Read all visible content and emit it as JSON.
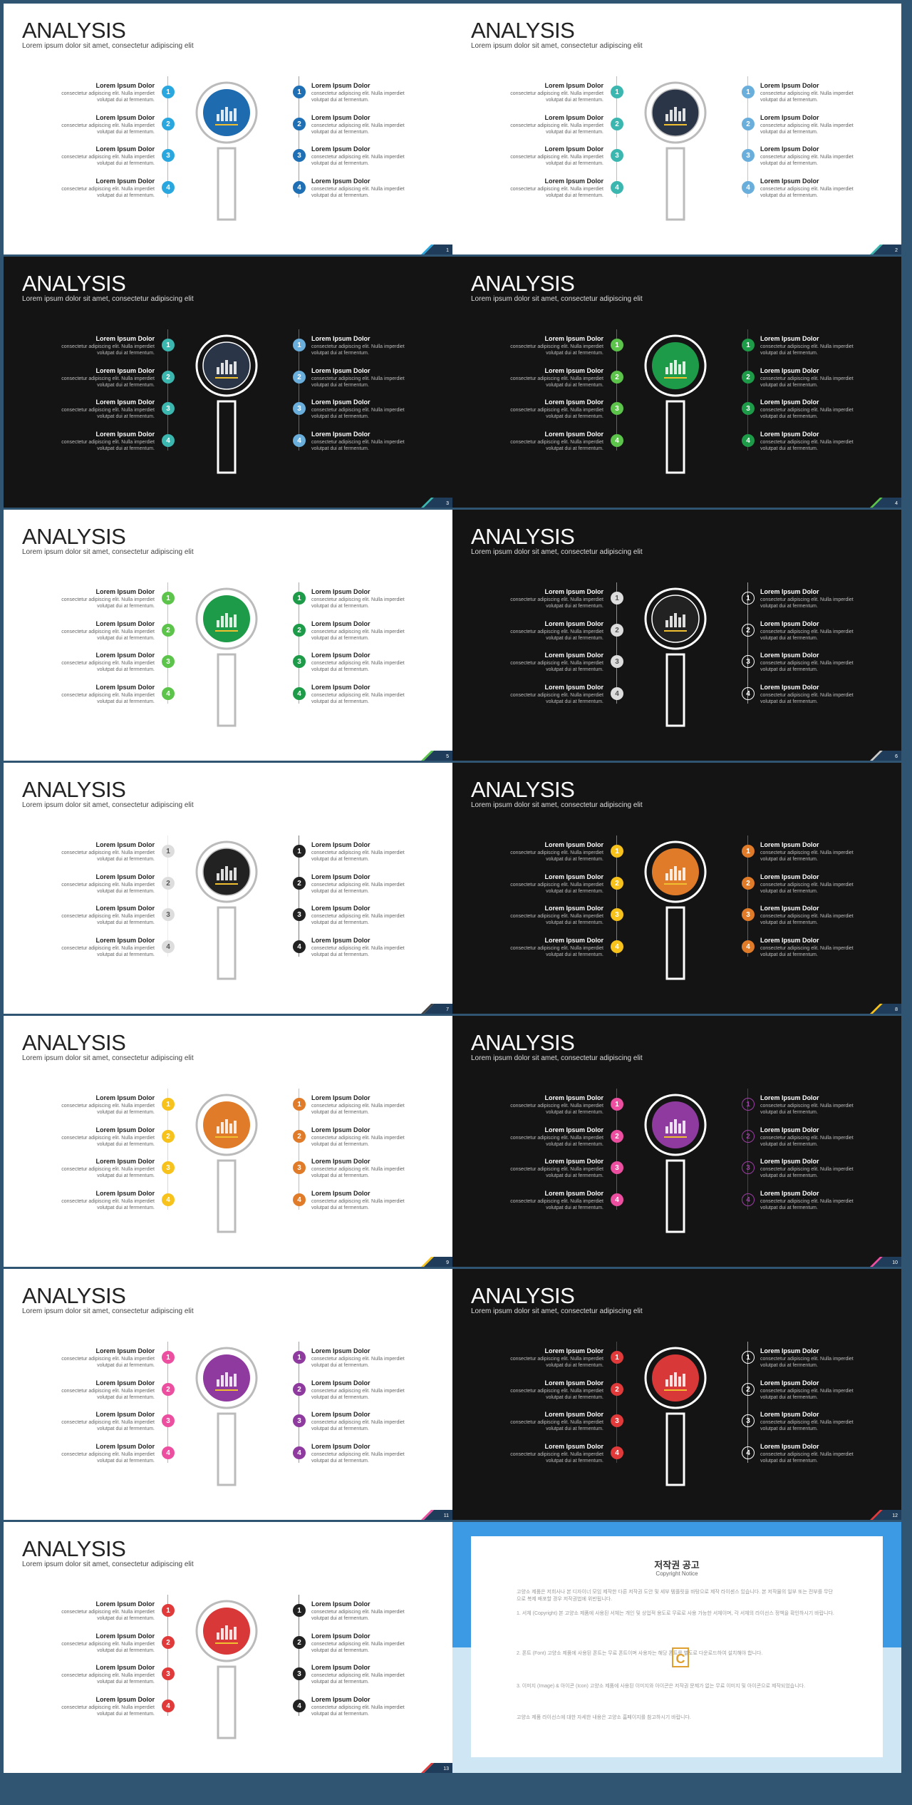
{
  "slide_text": {
    "title": "ANALYSIS",
    "subtitle": "Lorem ipsum dolor sit amet, consectetur adipiscing elit",
    "item_title": "Lorem Ipsum Dolor",
    "item_desc_1": "consectetur adipiscing elit. Nulla imperdiet",
    "item_desc_2": "volutpat dui at fermentum."
  },
  "numbers": [
    "1",
    "2",
    "3",
    "4"
  ],
  "slides": [
    {
      "page": "1",
      "theme": "light",
      "left": "#2aa7de",
      "right": "#1f6fb5",
      "lens": "#1e6bb0",
      "corner": "#2aa7de",
      "leftFill": true,
      "rightFill": true
    },
    {
      "page": "2",
      "theme": "light",
      "left": "#3bb7b0",
      "right": "#6aaedc",
      "lens": "#2b3548",
      "corner": "#3bb7b0",
      "leftFill": true,
      "rightFill": true
    },
    {
      "page": "3",
      "theme": "dark",
      "left": "#3bb7b0",
      "right": "#6aaedc",
      "lens": "#2b3548",
      "corner": "#3bb7b0",
      "leftFill": true,
      "rightFill": true
    },
    {
      "page": "4",
      "theme": "dark",
      "left": "#5cc44a",
      "right": "#1e9b48",
      "lens": "#1e9b48",
      "corner": "#5cc44a",
      "leftFill": true,
      "rightFill": true
    },
    {
      "page": "5",
      "theme": "light",
      "left": "#5cc44a",
      "right": "#1e9b48",
      "lens": "#1e9b48",
      "corner": "#5cc44a",
      "leftFill": true,
      "rightFill": true
    },
    {
      "page": "6",
      "theme": "dark",
      "left": "#dddddd",
      "right": "#ffffff",
      "lens": "#222222",
      "corner": "#cccccc",
      "leftFill": true,
      "rightFill": false
    },
    {
      "page": "7",
      "theme": "light",
      "left": "#dddddd",
      "right": "#222222",
      "lens": "#222222",
      "corner": "#444444",
      "leftFill": true,
      "rightFill": true
    },
    {
      "page": "8",
      "theme": "dark",
      "left": "#f6c21b",
      "right": "#e07b29",
      "lens": "#e07b29",
      "corner": "#f6c21b",
      "leftFill": true,
      "rightFill": true
    },
    {
      "page": "9",
      "theme": "light",
      "left": "#f6c21b",
      "right": "#e07b29",
      "lens": "#e07b29",
      "corner": "#f6c21b",
      "leftFill": true,
      "rightFill": true
    },
    {
      "page": "10",
      "theme": "dark",
      "left": "#ec4fa0",
      "right": "#9b3ea3",
      "lens": "#8e3a9e",
      "corner": "#ec4fa0",
      "leftFill": true,
      "rightFill": false
    },
    {
      "page": "11",
      "theme": "light",
      "left": "#ec4fa0",
      "right": "#8e3a9e",
      "lens": "#8e3a9e",
      "corner": "#ec4fa0",
      "leftFill": true,
      "rightFill": true
    },
    {
      "page": "12",
      "theme": "dark",
      "left": "#e03a3a",
      "right": "#ffffff",
      "lens": "#d93838",
      "corner": "#e03a3a",
      "leftFill": true,
      "rightFill": false
    },
    {
      "page": "13",
      "theme": "light",
      "left": "#e03a3a",
      "right": "#222222",
      "lens": "#d93838",
      "corner": "#e03a3a",
      "leftFill": true,
      "rightFill": true
    }
  ],
  "notice": {
    "title": "저작권 공고",
    "subtitle": "Copyright Notice",
    "paragraphs": [
      "고양소 제품은 저희사나 본 디자이너 모임 제작한 다른 저작권 도안 및 세부 템플릿을 바탕으로 제작 라이센스 있습니다. 본 저작물의 일부 또는 전부를 무단으로 복제 배포할 경우 저작권법에 위반됩니다.",
      "1. 서체 (Copyright) 본 고양소 제품에 사용된 서체는 개인 및 상업적 용도로 무료로 사용 가능한 서체이며, 각 서체의 라이선스 정책을 확인하시기 바랍니다.",
      "2. 폰트 (Font) 고양소 제품에 사용된 폰트는 무료 폰트이며 사용자는 해당 폰트를 별도로 다운로드하여 설치해야 합니다.",
      "3. 이미지 (Image) & 아이콘 (Icon) 고양소 제품에 사용된 이미지와 아이콘은 저작권 문제가 없는 무료 이미지 및 아이콘으로 제작되었습니다.",
      "고양소 제품 라이선스에 대한 자세한 내용은 고양소 홈페이지를 참고하시기 바랍니다."
    ],
    "logo_letter": "C"
  }
}
